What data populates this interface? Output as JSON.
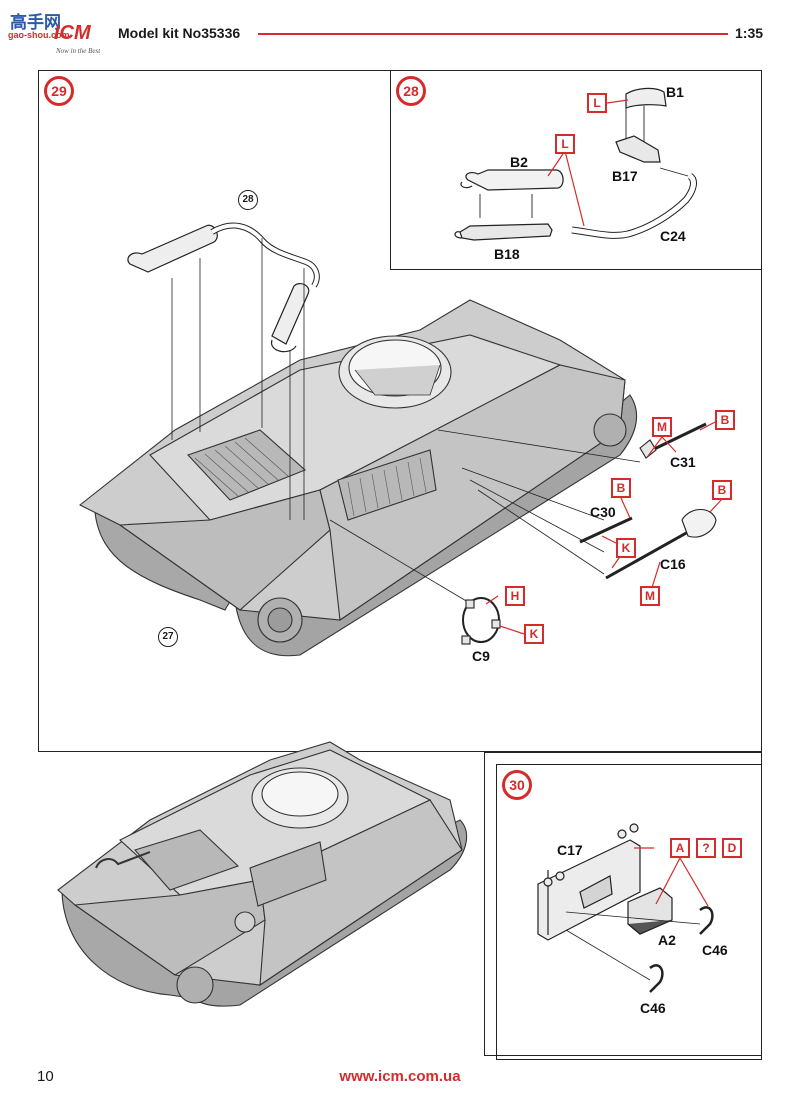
{
  "header": {
    "logo_chinese": "高手网",
    "logo_brand": "ICM",
    "logo_sub": "gao-shou.com",
    "logo_tagline": "Now in the Best",
    "model_kit": "Model kit No35336",
    "scale": "1:35"
  },
  "steps": {
    "s29": {
      "number": "29",
      "refs": [
        "28",
        "27"
      ],
      "parts": [
        "C31",
        "C30",
        "C16",
        "C9"
      ],
      "tags": [
        "M",
        "B",
        "B",
        "K",
        "M",
        "B",
        "H",
        "K"
      ]
    },
    "s28": {
      "number": "28",
      "parts": [
        "B1",
        "B2",
        "B17",
        "B18",
        "C24"
      ],
      "tags": [
        "L",
        "L"
      ]
    },
    "s30": {
      "number": "30",
      "parts": [
        "C17",
        "A2",
        "C46",
        "C46"
      ],
      "tags": [
        "A",
        "?",
        "D"
      ]
    }
  },
  "footer": {
    "page": "10",
    "url": "www.icm.com.ua"
  },
  "colors": {
    "accent": "#d52b2b",
    "line": "#222222",
    "vehicle": "#c8c8c8"
  }
}
